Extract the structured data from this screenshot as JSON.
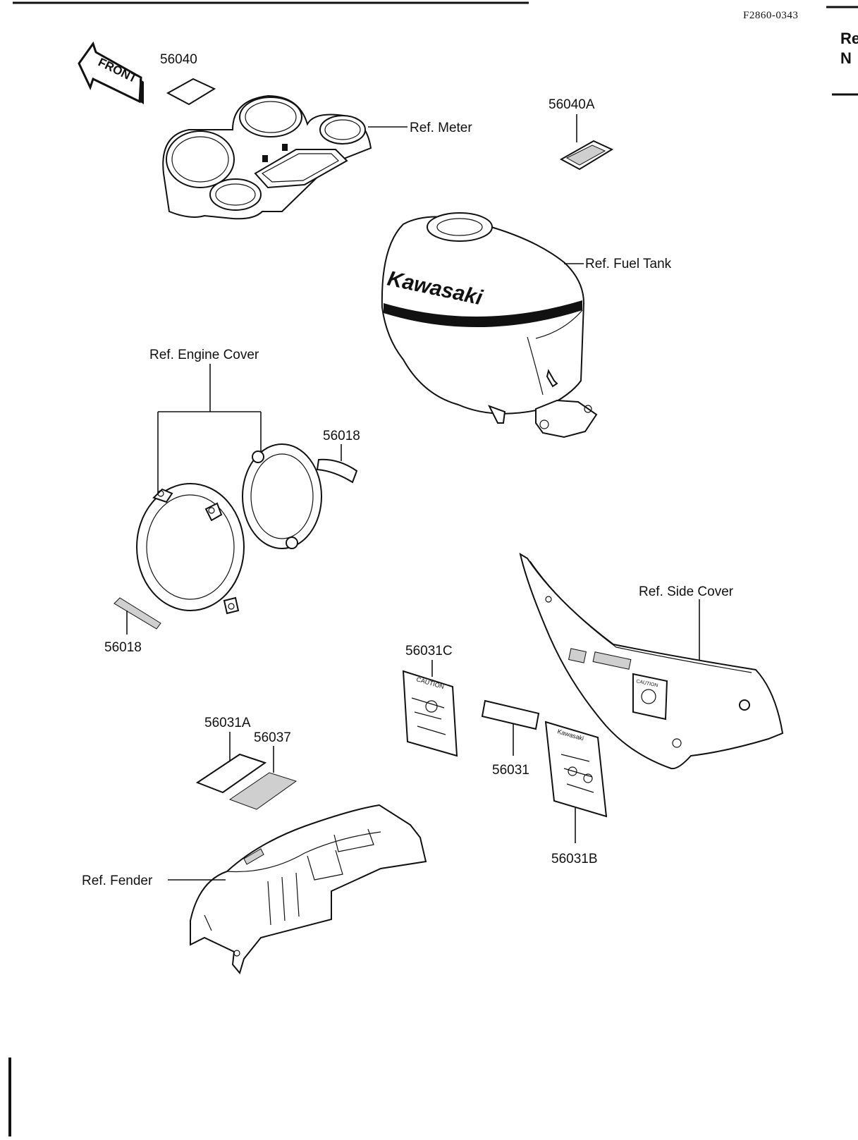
{
  "figure_code": "F2860-0343",
  "edge_text": [
    "Re",
    "N"
  ],
  "direction_marker": "FRONT",
  "tank_brand": "Kawasaki",
  "decal_text": {
    "caution": "CAUTION",
    "brand_small": "Kawasaki",
    "side_small": "CAUTION"
  },
  "callouts": {
    "p56040": "56040",
    "p56040A": "56040A",
    "ref_meter": "Ref. Meter",
    "ref_fuel_tank": "Ref. Fuel Tank",
    "ref_engine_cover": "Ref. Engine Cover",
    "p56018_top": "56018",
    "p56018_bottom": "56018",
    "ref_side_cover": "Ref. Side Cover",
    "p56031C": "56031C",
    "p56031A": "56031A",
    "p56037": "56037",
    "p56031": "56031",
    "p56031B": "56031B",
    "ref_fender": "Ref. Fender"
  }
}
